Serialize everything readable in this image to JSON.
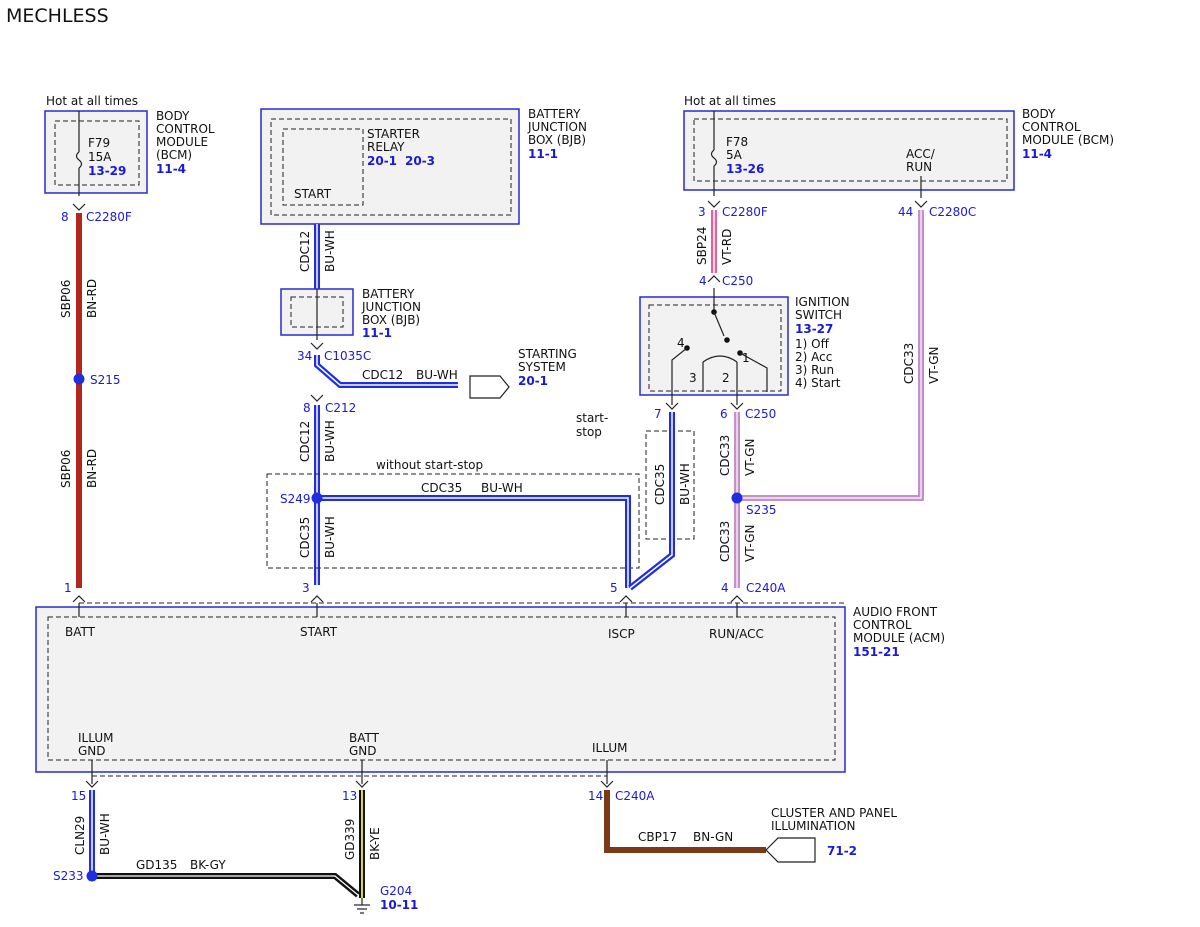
{
  "title": "MECHLESS",
  "colors": {
    "red": "#b3261e",
    "blue": "#1f2fe0",
    "pink": "#e8609a",
    "violet_green": "#c590c8",
    "brown": "#7a3a1a",
    "black": "#111111",
    "yellow": "#d6d646",
    "label_blue": "#1a1ad6",
    "box_stroke": "#2b2bd0",
    "box_fill": "#f2f2f2"
  },
  "labels": {
    "hot1": "Hot at all times",
    "hot2": "Hot at all times",
    "bcm_left": [
      "BODY",
      "CONTROL",
      "MODULE",
      "(BCM)"
    ],
    "bcm_left_ref": "11-4",
    "f79": [
      "F79",
      "15A"
    ],
    "f79_ref": "13-29",
    "bjb_top": [
      "BATTERY",
      "JUNCTION",
      "BOX (BJB)"
    ],
    "bjb_top_ref": "11-1",
    "starter_relay": [
      "STARTER",
      "RELAY"
    ],
    "starter_ref1": "20-1",
    "starter_ref2": "20-3",
    "start_pin": "START",
    "bcm_right": [
      "BODY",
      "CONTROL",
      "MODULE (BCM)"
    ],
    "bcm_right_ref": "11-4",
    "f78": [
      "F78",
      "5A"
    ],
    "f78_ref": "13-26",
    "acc_run": [
      "ACC/",
      "RUN"
    ],
    "bjb_mid": [
      "BATTERY",
      "JUNCTION",
      "BOX (BJB)"
    ],
    "bjb_mid_ref": "11-1",
    "starting_system": [
      "STARTING",
      "SYSTEM"
    ],
    "starting_ref": "20-1",
    "ignition": [
      "IGNITION",
      "SWITCH"
    ],
    "ignition_ref": "13-27",
    "ignition_positions": [
      "1) Off",
      "2) Acc",
      "3) Run",
      "4) Start"
    ],
    "ign_pins": [
      "4",
      "1",
      "3",
      "2"
    ],
    "start_stop": [
      "start-",
      "stop"
    ],
    "without_ss": "without start-stop",
    "acm": [
      "AUDIO FRONT",
      "CONTROL",
      "MODULE (ACM)"
    ],
    "acm_ref": "151-21",
    "acm_pins_top": [
      "BATT",
      "START",
      "ISCP",
      "RUN/ACC"
    ],
    "acm_illum_gnd": [
      "ILLUM",
      "GND"
    ],
    "acm_batt_gnd": [
      "BATT",
      "GND"
    ],
    "acm_illum": "ILLUM",
    "cluster": [
      "CLUSTER AND PANEL",
      "ILLUMINATION"
    ],
    "cluster_ref": "71-2",
    "g204": "G204",
    "g204_ref": "10-11"
  },
  "connectors": {
    "c2280f_left": {
      "pin": "8",
      "name": "C2280F"
    },
    "c2280f_right": {
      "pin": "3",
      "name": "C2280F"
    },
    "c2280c": {
      "pin": "44",
      "name": "C2280C"
    },
    "c250_top": {
      "pin": "4",
      "name": "C250"
    },
    "c1035c": {
      "pin": "34",
      "name": "C1035C"
    },
    "c212": {
      "pin": "8",
      "name": "C212"
    },
    "c250_left": {
      "pin": "7",
      "name": ""
    },
    "c250_right": {
      "pin": "6",
      "name": "C250"
    },
    "acm_batt": {
      "pin": "1",
      "name": ""
    },
    "acm_start": {
      "pin": "3",
      "name": ""
    },
    "acm_iscp": {
      "pin": "5",
      "name": ""
    },
    "c240a_top": {
      "pin": "4",
      "name": "C240A"
    },
    "acm_15": {
      "pin": "15",
      "name": ""
    },
    "acm_13": {
      "pin": "13",
      "name": ""
    },
    "c240a_bottom": {
      "pin": "14",
      "name": "C240A"
    }
  },
  "splices": [
    "S215",
    "S249",
    "S235",
    "S233"
  ],
  "wires": {
    "sbp06_a": {
      "circuit": "SBP06",
      "color": "BN-RD"
    },
    "sbp06_b": {
      "circuit": "SBP06",
      "color": "BN-RD"
    },
    "cdc12_a": {
      "circuit": "CDC12",
      "color": "BU-WH"
    },
    "cdc12_b": {
      "circuit": "CDC12",
      "color": "BU-WH"
    },
    "cdc12_c": {
      "circuit": "CDC12",
      "color": "BU-WH"
    },
    "cdc35_a": {
      "circuit": "CDC35",
      "color": "BU-WH"
    },
    "cdc35_b": {
      "circuit": "CDC35",
      "color": "BU-WH"
    },
    "cdc35_c": {
      "circuit": "CDC35",
      "color": "BU-WH"
    },
    "sbp24": {
      "circuit": "SBP24",
      "color": "VT-RD"
    },
    "cdc33_a": {
      "circuit": "CDC33",
      "color": "VT-GN"
    },
    "cdc33_b": {
      "circuit": "CDC33",
      "color": "VT-GN"
    },
    "cdc33_c": {
      "circuit": "CDC33",
      "color": "VT-GN"
    },
    "cln29": {
      "circuit": "CLN29",
      "color": "BU-WH"
    },
    "gd339": {
      "circuit": "GD339",
      "color": "BK-YE"
    },
    "gd135": {
      "circuit": "GD135",
      "color": "BK-GY"
    },
    "cbp17": {
      "circuit": "CBP17",
      "color": "BN-GN"
    }
  }
}
